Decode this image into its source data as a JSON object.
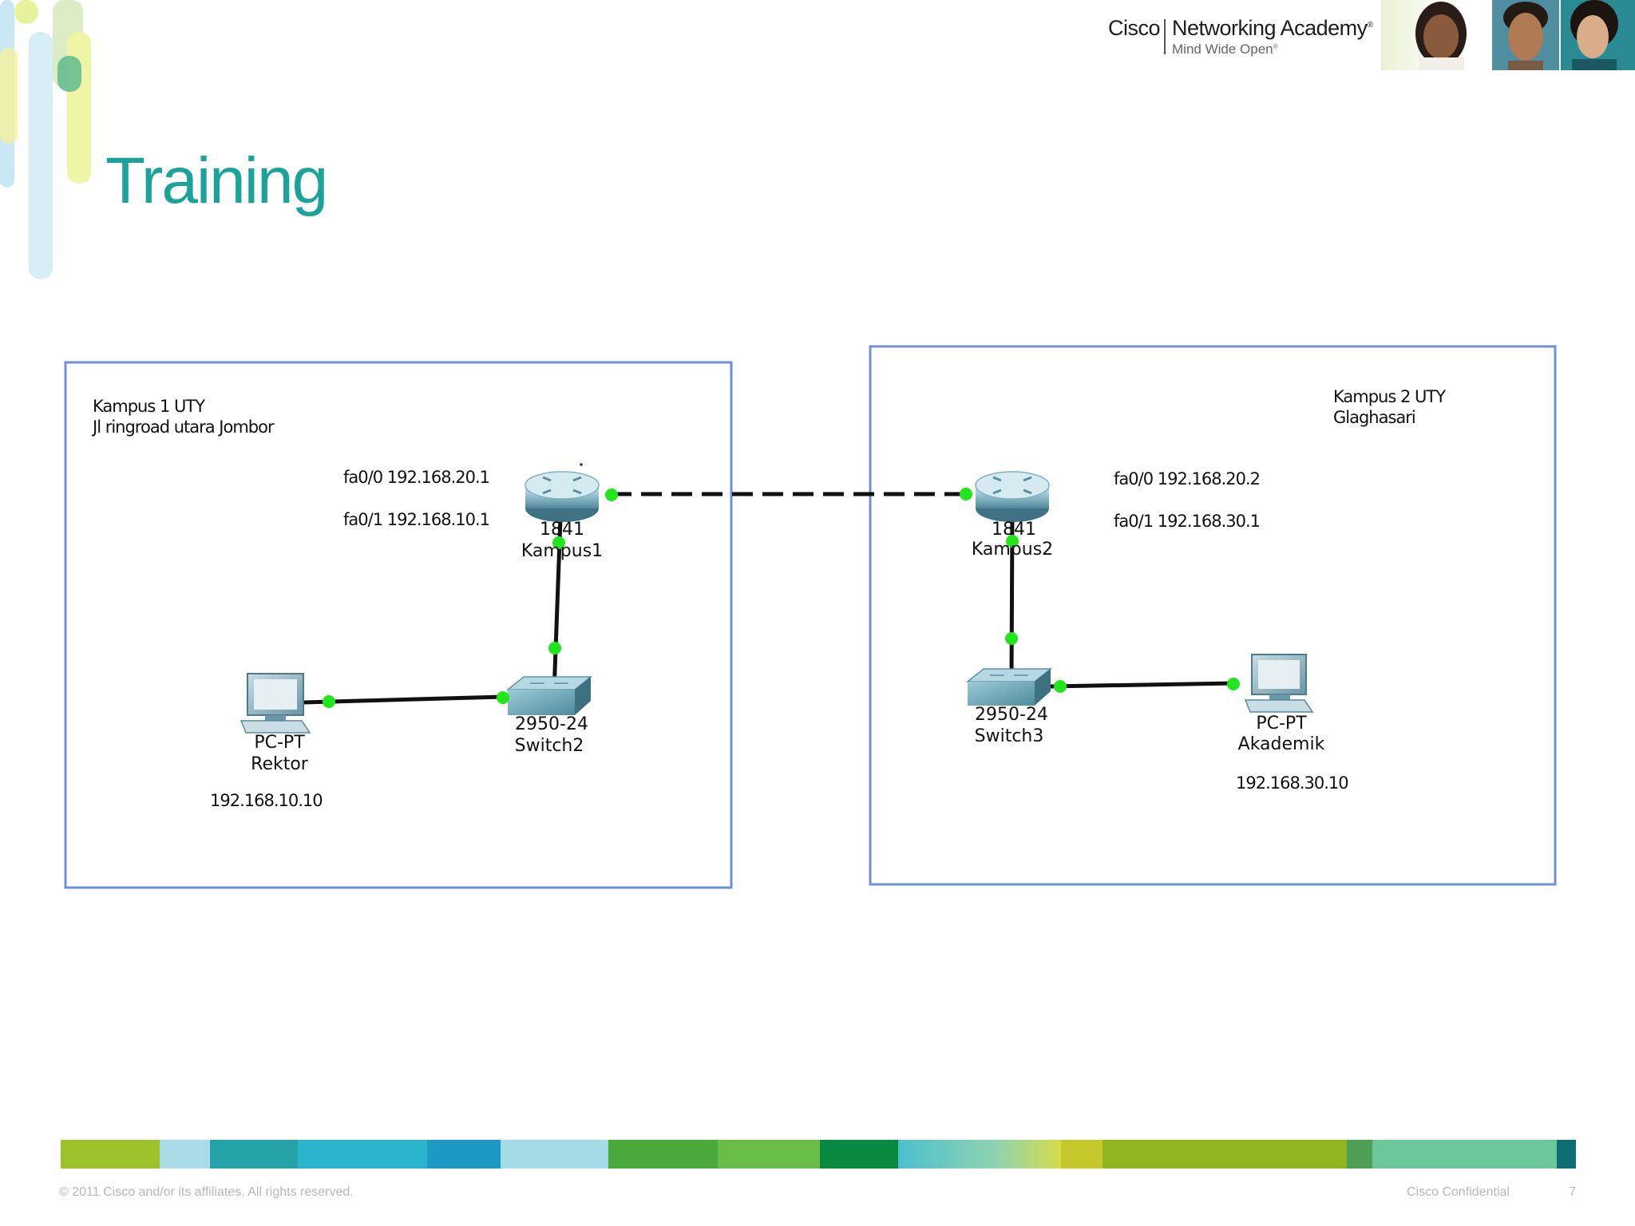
{
  "header": {
    "brand_name": "Cisco",
    "brand_product": "Networking Academy",
    "brand_tagline": "Mind Wide Open",
    "registered_mark": "®"
  },
  "slide": {
    "title": "Training"
  },
  "diagram": {
    "campus1": {
      "line1": "Kampus 1 UTY",
      "line2": "Jl ringroad utara Jombor",
      "router_iface_a": "fa0/0 192.168.20.1",
      "router_iface_b": "fa0/1 192.168.10.1",
      "router_model": "1841",
      "router_name": "Kampus1",
      "switch_model": "2950-24",
      "switch_name": "Switch2",
      "pc_model": "PC-PT",
      "pc_name": "Rektor",
      "pc_ip": "192.168.10.10"
    },
    "campus2": {
      "line1": "Kampus 2 UTY",
      "line2": "Glaghasari",
      "router_iface_a": "fa0/0 192.168.20.2",
      "router_iface_b": "fa0/1 192.168.30.1",
      "router_model": "1841",
      "router_name": "Kampus2",
      "switch_model": "2950-24",
      "switch_name": "Switch3",
      "pc_model": "PC-PT",
      "pc_name": "Akademik",
      "pc_ip": "192.168.30.10"
    },
    "colors": {
      "box_border": "#6f8fdc",
      "link": "#111111",
      "port_dot": "#22e61c"
    }
  },
  "footer": {
    "copyright": "© 2011 Cisco and/or its affiliates. All rights reserved.",
    "confidential": "Cisco Confidential",
    "page_number": "7"
  }
}
